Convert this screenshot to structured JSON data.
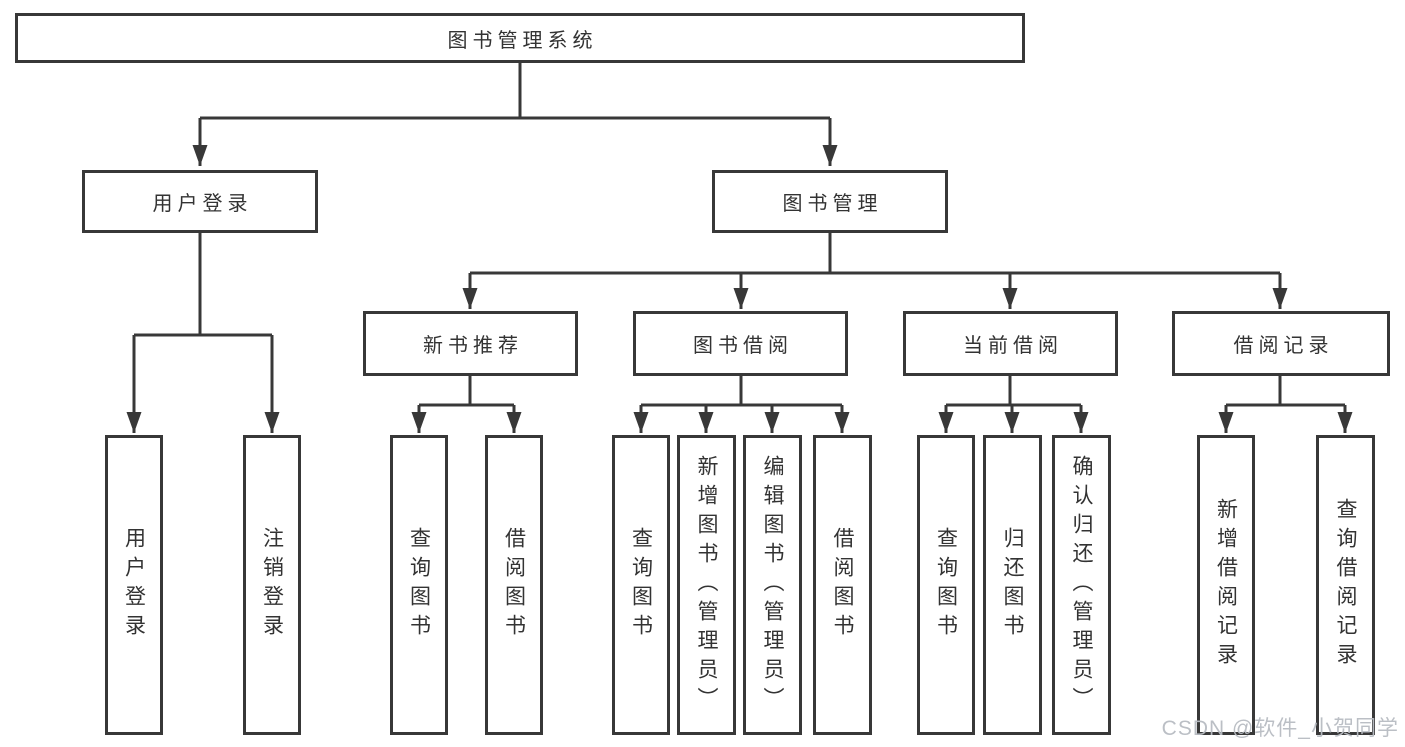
{
  "tree": {
    "root": "图书管理系统",
    "branches": [
      {
        "label": "用户登录",
        "leaves": [
          "用户登录",
          "注销登录"
        ]
      },
      {
        "label": "图书管理",
        "groups": [
          {
            "label": "新书推荐",
            "leaves": [
              "查询图书",
              "借阅图书"
            ]
          },
          {
            "label": "图书借阅",
            "leaves": [
              "查询图书",
              "新增图书（管理员）",
              "编辑图书（管理员）",
              "借阅图书"
            ]
          },
          {
            "label": "当前借阅",
            "leaves": [
              "查询图书",
              "归还图书",
              "确认归还（管理员）"
            ]
          },
          {
            "label": "借阅记录",
            "leaves": [
              "新增借阅记录",
              "查询借阅记录"
            ]
          }
        ]
      }
    ]
  },
  "watermark": {
    "text": "CSDN @软件_小贺同学"
  },
  "colors": {
    "line": "#383838",
    "text": "#333333",
    "watermark": "#b7bcc2",
    "background": "#ffffff"
  }
}
